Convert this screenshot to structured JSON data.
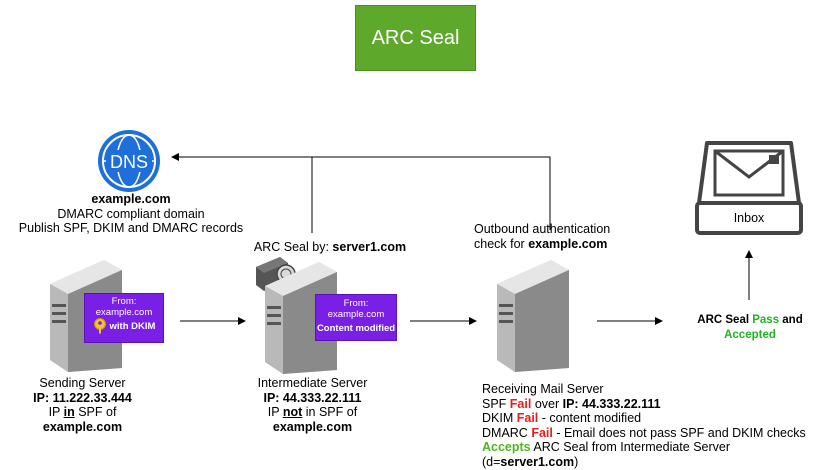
{
  "title": "ARC Seal",
  "dns": {
    "icon_text": "DNS",
    "domain": "example.com",
    "line1": "DMARC compliant domain",
    "line2": "Publish SPF, DKIM and DMARC records"
  },
  "sending": {
    "envelope_from": "From:",
    "envelope_domain": "example.com",
    "envelope_dkim": "with DKIM",
    "name": "Sending Server",
    "ip_label": "IP: 11.222.33.444",
    "spf_prefix": "IP ",
    "spf_word": "in",
    "spf_suffix": " SPF of",
    "domain": "example.com"
  },
  "intermediate": {
    "seal_prefix": "ARC Seal by: ",
    "seal_server": "server1.com",
    "envelope_from": "From:",
    "envelope_domain": "example.com",
    "envelope_note": "Content modified",
    "name": "Intermediate Server",
    "ip_label": "IP: 44.333.22.111",
    "spf_prefix": "IP ",
    "spf_word": "not",
    "spf_suffix": " in SPF of",
    "domain": "example.com"
  },
  "receiving": {
    "outbound_line1": "Outbound authentication",
    "outbound_line2_prefix": "check for ",
    "outbound_domain": "example.com",
    "name": "Receiving Mail Server",
    "spf_prefix": "SPF ",
    "spf_status": "Fail",
    "spf_mid": " over ",
    "spf_ip": "IP: 44.333.22.111",
    "dkim_prefix": "DKIM ",
    "dkim_status": "Fail",
    "dkim_suffix": " - content modified",
    "dmarc_prefix": "DMARC ",
    "dmarc_status": "Fail",
    "dmarc_suffix": " - Email does not pass SPF and DKIM checks",
    "accepts_word": "Accepts",
    "accepts_suffix": " ARC Seal from Intermediate Server",
    "d_prefix": "(d=",
    "d_value": "server1.com",
    "d_suffix": ")"
  },
  "result": {
    "arc_prefix": "ARC Seal ",
    "pass_word": "Pass",
    "and_word": " and",
    "accepted_word": "Accepted"
  },
  "inbox": {
    "label": "Inbox"
  },
  "colors": {
    "title_bg": "#5ea82c",
    "envelope": "#7a1fe6",
    "fail": "#e02020",
    "pass": "#22b422",
    "dns_blue": "#1e6fd9"
  }
}
